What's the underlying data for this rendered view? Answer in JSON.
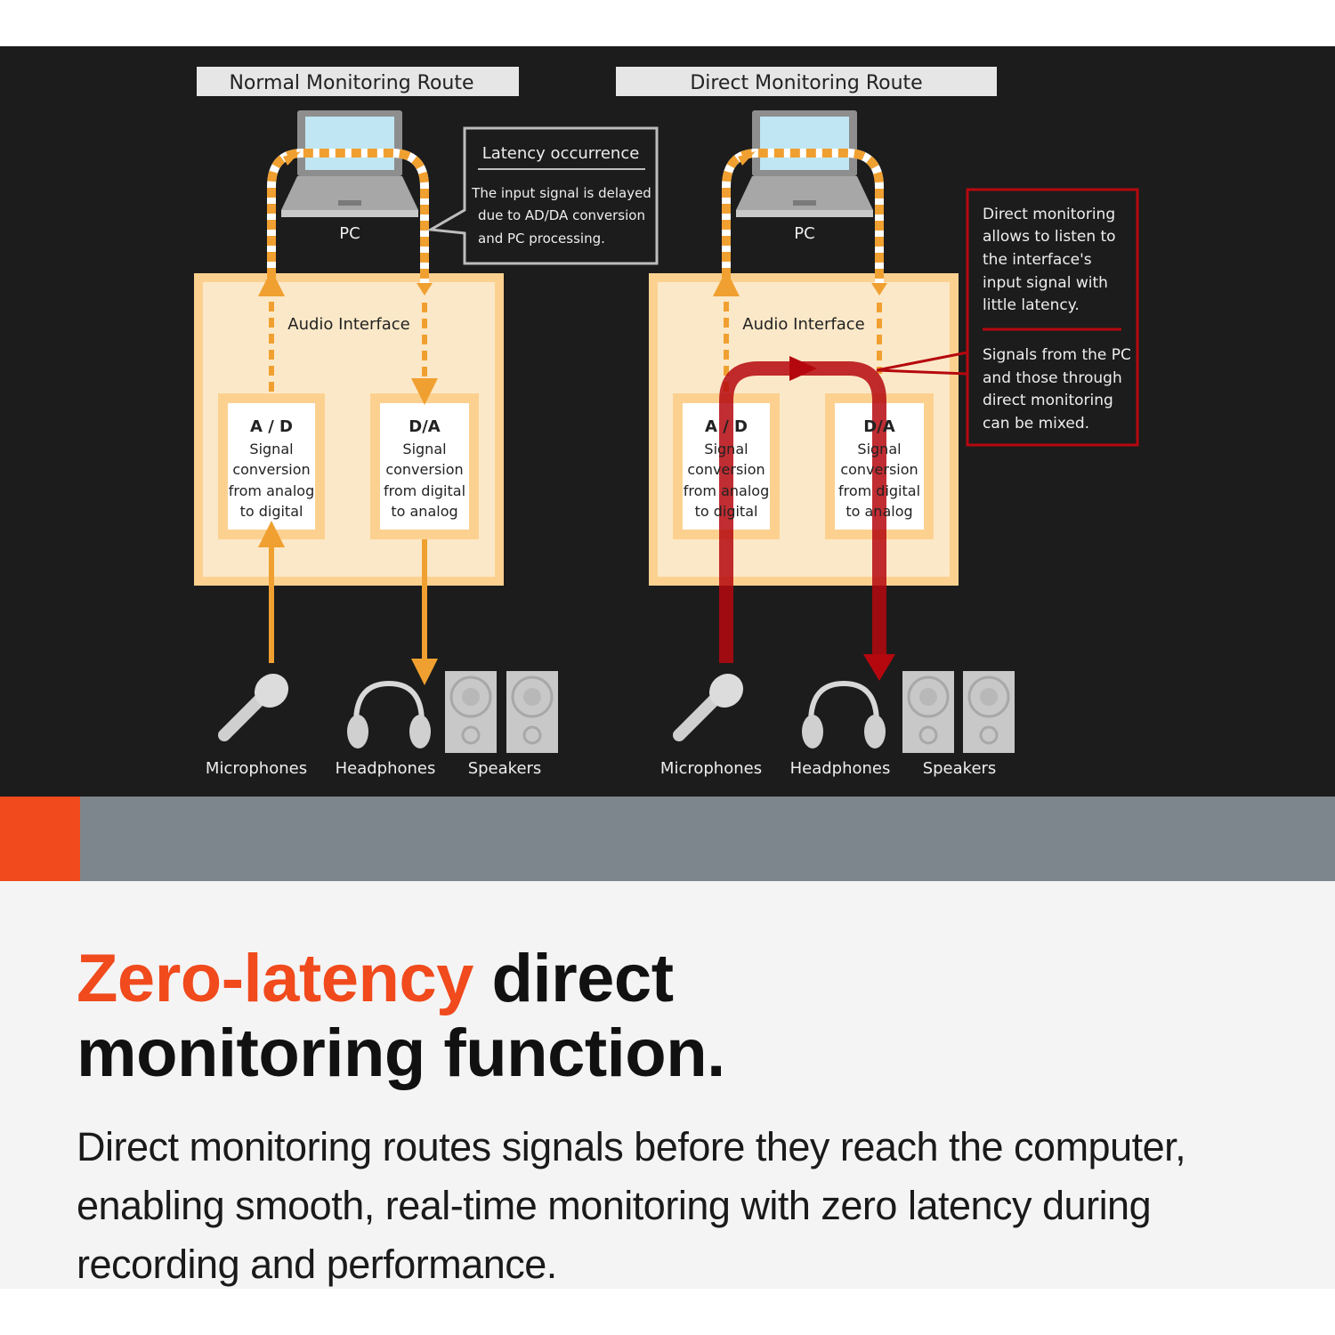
{
  "colors": {
    "accent": "#f04a1d",
    "panel": "#1c1c1c",
    "band": "#7d868c",
    "signal_orange": "#f0a030",
    "direct_red": "#b5080e",
    "interface_fill": "#fbe8c8",
    "interface_border": "#fcd190"
  },
  "normal": {
    "title": "Normal Monitoring Route",
    "pc_label": "PC",
    "interface_label": "Audio Interface",
    "ad": {
      "title": "A / D",
      "lines": [
        "Signal",
        "conversion",
        "from analog",
        "to digital"
      ]
    },
    "da": {
      "title": "D/A",
      "lines": [
        "Signal",
        "conversion",
        "from digital",
        "to analog"
      ]
    },
    "devices": {
      "mic": "Microphones",
      "headphones": "Headphones",
      "speakers": "Speakers"
    }
  },
  "direct": {
    "title": "Direct Monitoring Route",
    "pc_label": "PC",
    "interface_label": "Audio Interface",
    "ad": {
      "title": "A / D",
      "lines": [
        "Signal",
        "conversion",
        "from analog",
        "to digital"
      ]
    },
    "da": {
      "title": "D/A",
      "lines": [
        "Signal",
        "conversion",
        "from digital",
        "to analog"
      ]
    },
    "devices": {
      "mic": "Microphones",
      "headphones": "Headphones",
      "speakers": "Speakers"
    }
  },
  "latency_callout": {
    "title": "Latency occurrence",
    "lines": [
      "The input signal is delayed",
      "due to AD/DA conversion",
      "and PC processing."
    ]
  },
  "direct_callout": {
    "part1": [
      "Direct monitoring",
      "allows to listen to",
      "the interface's",
      "input signal with",
      "little latency."
    ],
    "part2": [
      "Signals from the PC",
      "and those through",
      "direct monitoring",
      "can be mixed."
    ]
  },
  "headline": {
    "accent": "Zero-latency",
    "rest1": " direct",
    "rest2": "monitoring function."
  },
  "body": "Direct monitoring routes signals before they reach the computer, enabling smooth, real-time monitoring with zero latency during recording and performance."
}
